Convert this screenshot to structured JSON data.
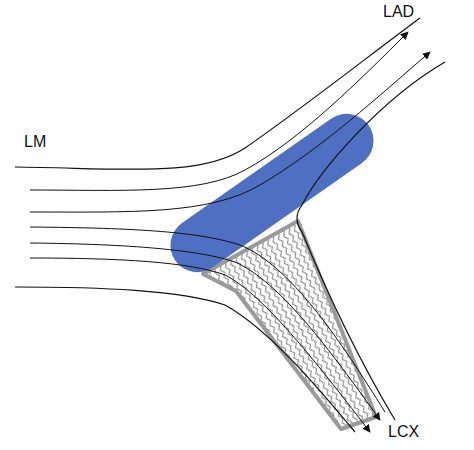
{
  "diagram": {
    "labels": [
      "LM",
      "LAD",
      "LCX"
    ]
  }
}
